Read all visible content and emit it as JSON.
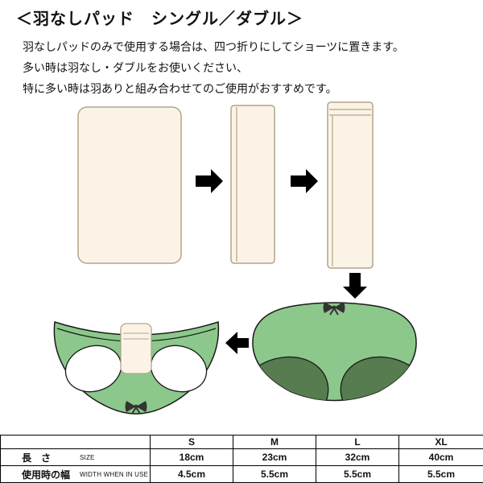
{
  "title": "＜羽なしパッド　シングル／ダブル＞",
  "instructions": [
    "羽なしパッドのみで使用する場合は、四つ折りにしてショーツに置きます。",
    "多い時は羽なし・ダブルをお使いください、",
    "特に多い時は羽ありと組み合わせてのご使用がおすすめです。"
  ],
  "colors": {
    "pad_fill": "#FBF4E6",
    "pad_border": "#b3a488",
    "panty_green": "#8CC88B",
    "panty_dark_green": "#567C4F",
    "outline": "#1a1a1a",
    "arrow": "#000000",
    "bow": "#333333"
  },
  "table": {
    "columns": [
      "S",
      "M",
      "L",
      "XL"
    ],
    "rows": [
      {
        "label_jp": "長　さ",
        "label_en": "SIZE",
        "values": [
          "18cm",
          "23cm",
          "32cm",
          "40cm"
        ]
      },
      {
        "label_jp": "使用時の幅",
        "label_en": "WIDTH WHEN IN USE",
        "values": [
          "4.5cm",
          "5.5cm",
          "5.5cm",
          "5.5cm"
        ]
      }
    ]
  }
}
